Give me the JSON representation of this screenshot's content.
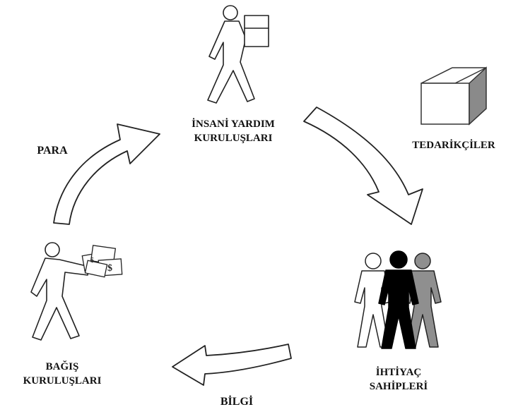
{
  "nodes": {
    "insani": {
      "line1": "İNSANİ YARDIM",
      "line2": "KURULUŞLARI"
    },
    "tedarik": {
      "label": "TEDARİKÇİLER"
    },
    "ihtiyac": {
      "line1": "İHTİYAÇ",
      "line2": "SAHİPLERİ"
    },
    "bagis": {
      "line1": "BAĞIŞ",
      "line2": "KURULUŞLARI"
    }
  },
  "flows": {
    "para": "PARA",
    "bilgi": "BİLGİ"
  },
  "icons": [
    "person-carrying-box-icon",
    "box-icon",
    "people-group-icon",
    "person-carrying-money-icon",
    "curved-arrow-icon"
  ]
}
